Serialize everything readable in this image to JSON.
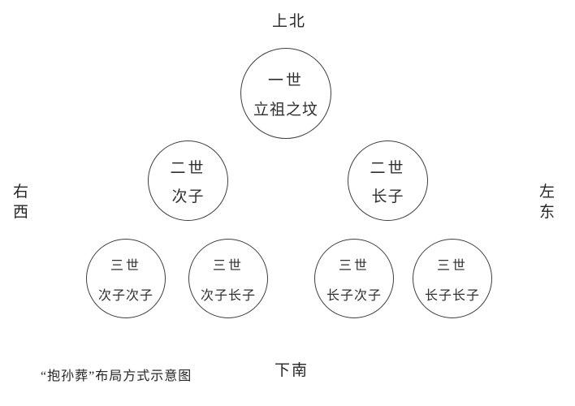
{
  "diagram": {
    "caption": "“抱孙葬”布局方式示意图",
    "directions": {
      "north": "上北",
      "south": "下南",
      "west_char1": "右",
      "west_char2": "西",
      "east_char1": "左",
      "east_char2": "东"
    },
    "nodes": [
      {
        "generation": "一世",
        "role": "立祖之坟"
      },
      {
        "generation": "二世",
        "role": "次子"
      },
      {
        "generation": "二世",
        "role": "长子"
      },
      {
        "generation": "三世",
        "role": "次子次子"
      },
      {
        "generation": "三世",
        "role": "次子长子"
      },
      {
        "generation": "三世",
        "role": "长子次子"
      },
      {
        "generation": "三世",
        "role": "长子长子"
      }
    ],
    "colors": {
      "circle_stroke": "#3e3e3e",
      "text": "#2f2f2f",
      "background": "#ffffff"
    }
  }
}
